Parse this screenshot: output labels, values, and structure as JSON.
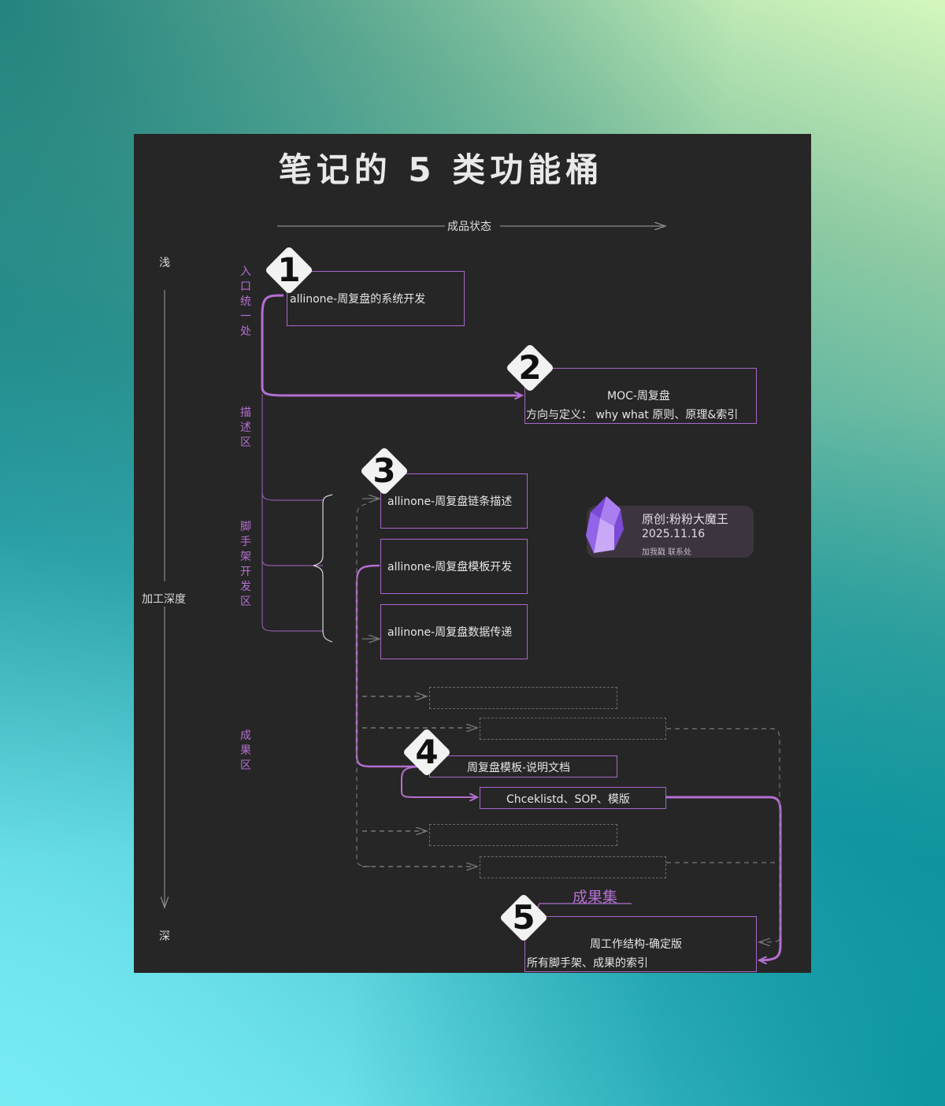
{
  "title": "笔记的 5 类功能桶",
  "axes": {
    "x_label": "成品状态",
    "y_label": "加工深度",
    "y_top": "浅",
    "y_bottom": "深"
  },
  "zones": [
    "入口统一处",
    "描述区",
    "脚手架开发区",
    "成果区"
  ],
  "nodes": {
    "n1": {
      "badge": "1",
      "text": "allinone-周复盘的系统开发"
    },
    "n2": {
      "badge": "2",
      "line1": "MOC-周复盘",
      "line2": "方向与定义： why what 原则、原理&索引"
    },
    "n3": {
      "badge": "3",
      "items": [
        "allinone-周复盘链条描述",
        "allinone-周复盘模板开发",
        "allinone-周复盘数据传递"
      ]
    },
    "n4": {
      "badge": "4",
      "doc": "周复盘模板-说明文档",
      "checklist": "Chceklistd、SOP、模版"
    },
    "n5": {
      "badge": "5",
      "line1": "周工作结构-确定版",
      "line2": "所有脚手架、成果的索引",
      "label": "成果集"
    }
  },
  "signature": {
    "line1": "原创:粉粉大魔王",
    "line2": "2025.11.16",
    "line3": "加我戳 联系处"
  },
  "colors": {
    "accent": "#a867c9",
    "panel": "#262626",
    "dashed": "#6b6b6b"
  },
  "icons": [
    "obsidian-logo-icon"
  ]
}
